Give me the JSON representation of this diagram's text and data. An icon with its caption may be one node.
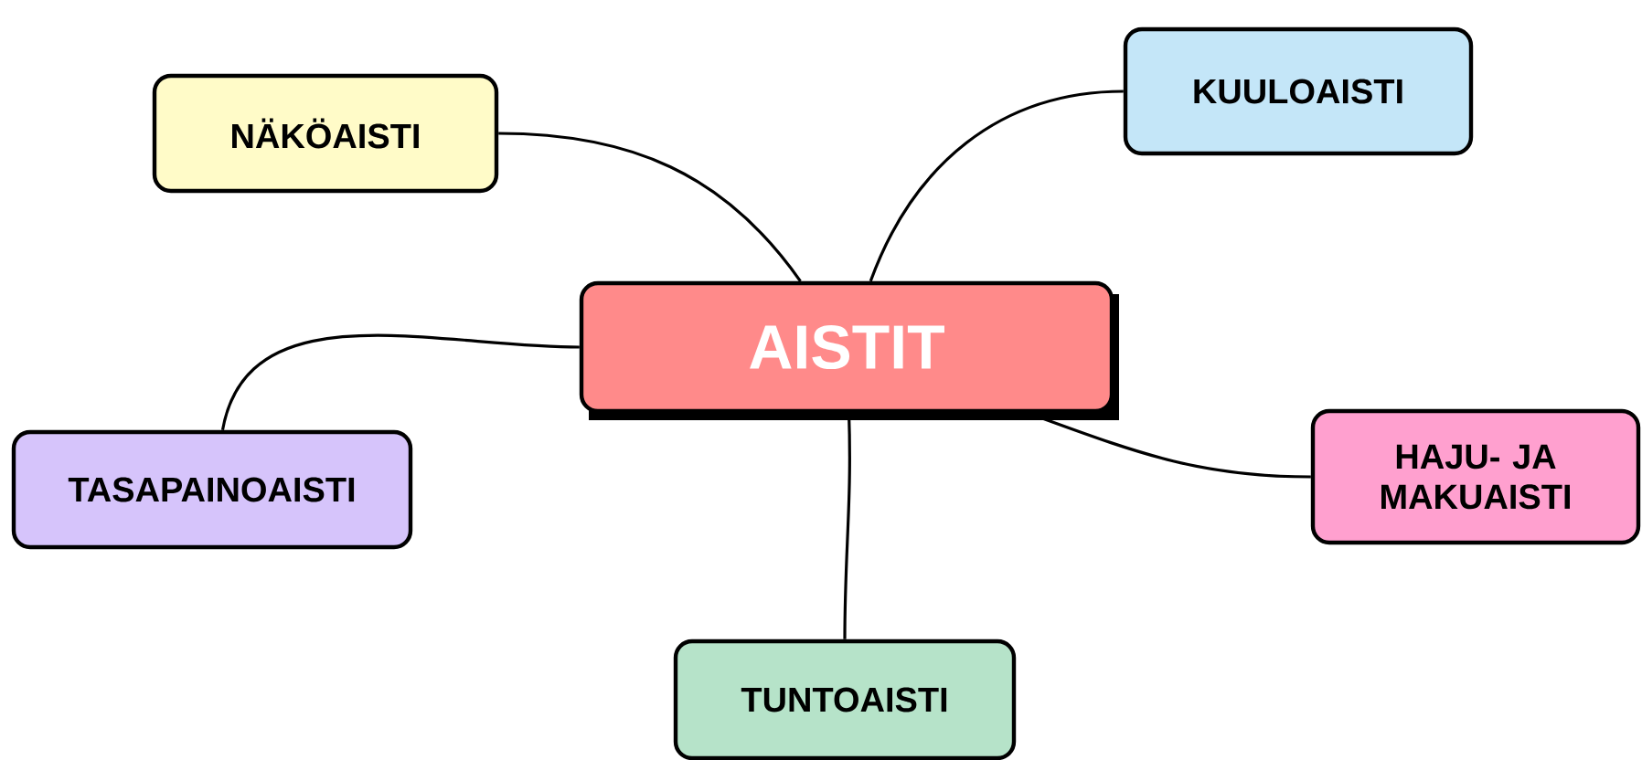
{
  "diagram": {
    "nodes": [
      {
        "text": [
          "AISTIT"
        ]
      },
      {
        "text": [
          "NÄKÖAISTI"
        ]
      },
      {
        "text": [
          "KUULOAISTI"
        ]
      },
      {
        "text": [
          "TASAPAINOAISTI"
        ]
      },
      {
        "text": [
          "HAJU- JA MAKUAISTI"
        ]
      },
      {
        "text": [
          "TUNTOAISTI"
        ]
      }
    ],
    "edges": [
      {
        "from": 0,
        "to": 1,
        "arrow": "none"
      },
      {
        "from": 0,
        "to": 2,
        "arrow": "none"
      },
      {
        "from": 0,
        "to": 3,
        "arrow": "none"
      },
      {
        "from": 0,
        "to": 4,
        "arrow": "none"
      },
      {
        "from": 0,
        "to": 5,
        "arrow": "none"
      }
    ]
  }
}
